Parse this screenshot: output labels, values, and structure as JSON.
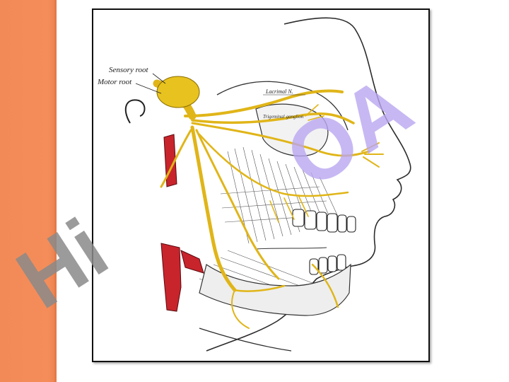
{
  "slide": {
    "accent_color": "#f48d5a",
    "background_color": "#ffffff"
  },
  "figure": {
    "subject": "trigeminal nerve illustration",
    "labels": {
      "sensory_root": "Sensory root",
      "motor_root": "Motor root",
      "lacrimal": "Lacrimal N.",
      "ganglion": "Trigeminal ganglion"
    },
    "colors": {
      "nerve": "#e8c21e",
      "artery": "#c8242c",
      "line_art": "#2b2b2b"
    }
  },
  "watermark": {
    "text_left": "Hi",
    "text_right": "OA",
    "colors": {
      "left": "#8a8a8a",
      "right": "#b9a6f0"
    }
  }
}
